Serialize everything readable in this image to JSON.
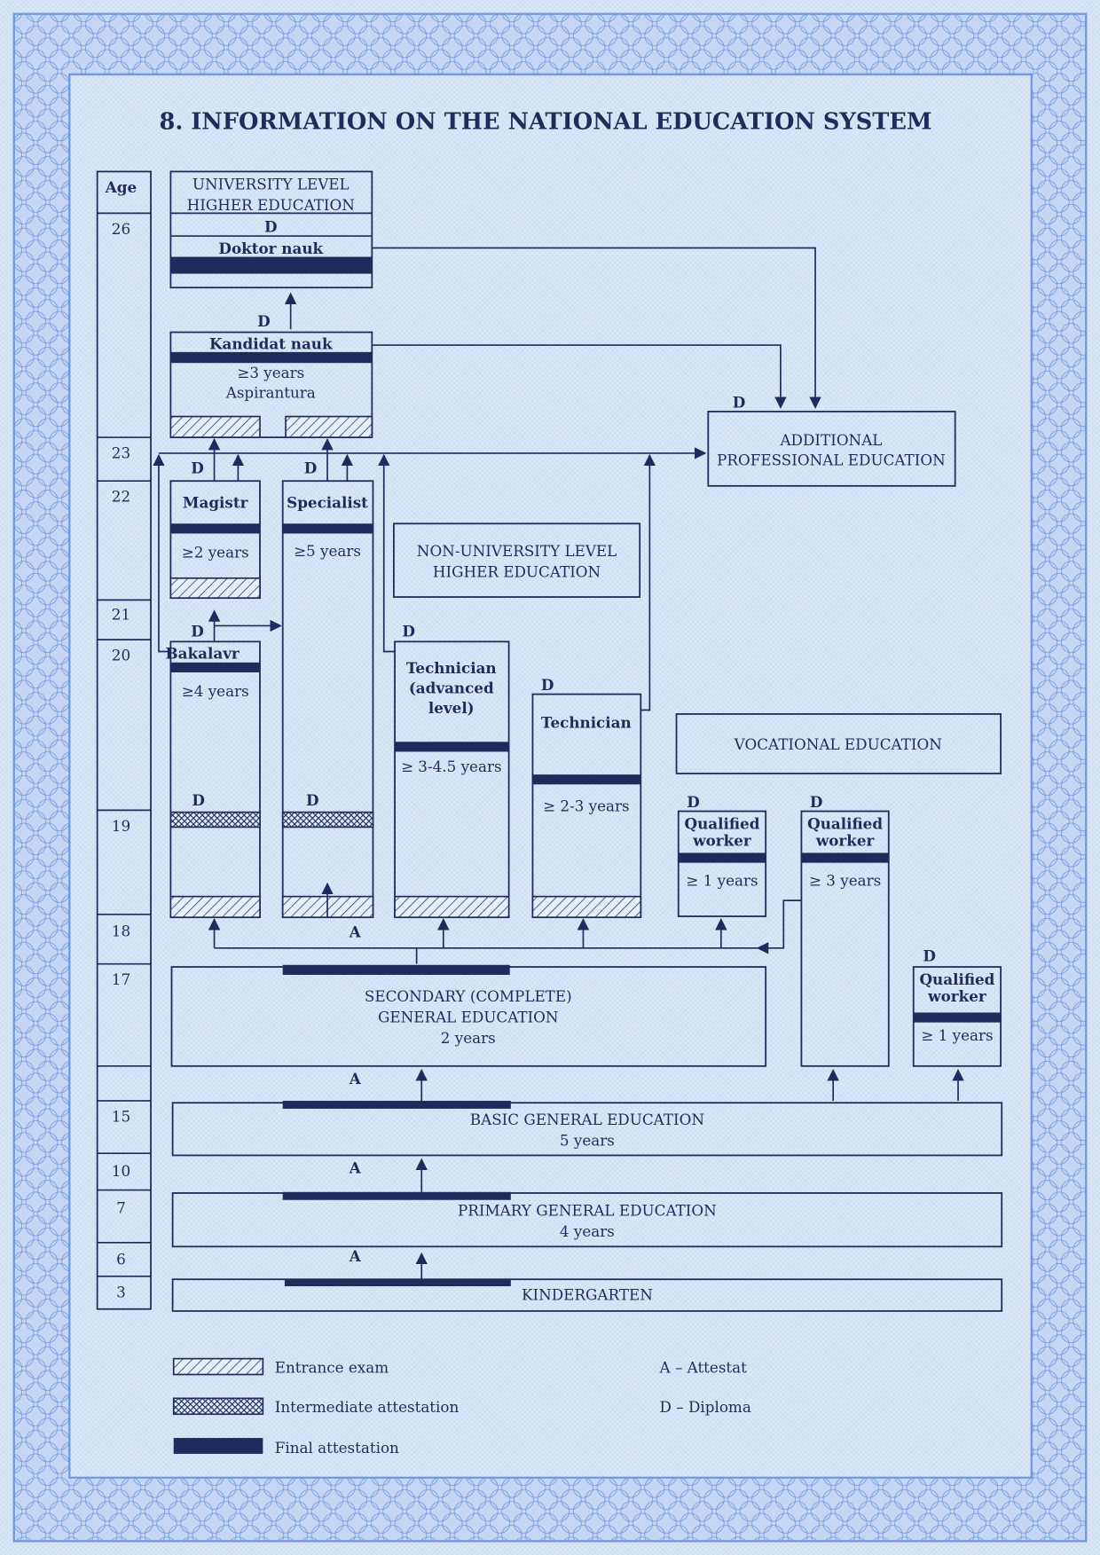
{
  "title": "8. INFORMATION ON THE NATIONAL EDUCATION SYSTEM",
  "age_column": {
    "header": "Age",
    "ages": [
      "26",
      "23",
      "22",
      "21",
      "20",
      "19",
      "18",
      "17",
      "15",
      "10",
      "7",
      "6",
      "3"
    ]
  },
  "university": {
    "heading_line1": "UNIVERSITY LEVEL",
    "heading_line2": "HIGHER EDUCATION",
    "doktor_award": "D",
    "doktor": "Doktor nauk",
    "kandidat_award": "D",
    "kandidat": "Kandidat nauk",
    "kandidat_duration": "≥3 years",
    "kandidat_program": "Aspirantura",
    "magistr_award": "D",
    "magistr": "Magistr",
    "magistr_duration": "≥2 years",
    "specialist_award": "D",
    "specialist": "Specialist",
    "specialist_duration": "≥5 years",
    "specialist_intermediate_award": "D",
    "bakalavr_award": "D",
    "bakalavr": "Bakalavr",
    "bakalavr_duration": "≥4 years",
    "bakalavr_intermediate_award": "D"
  },
  "additional": {
    "award": "D",
    "line1": "ADDITIONAL",
    "line2": "PROFESSIONAL EDUCATION"
  },
  "non_university": {
    "heading_line1": "NON-UNIVERSITY LEVEL",
    "heading_line2": "HIGHER EDUCATION",
    "tech_adv_award": "D",
    "tech_adv_line1": "Technician",
    "tech_adv_line2": "(advanced",
    "tech_adv_line3": "level)",
    "tech_adv_duration": "≥ 3-4.5 years",
    "tech_award": "D",
    "tech": "Technician",
    "tech_duration": "≥ 2-3 years"
  },
  "vocational": {
    "heading": "VOCATIONAL EDUCATION",
    "qw1": {
      "award": "D",
      "line1": "Qualified",
      "line2": "worker",
      "duration": "≥ 1 years"
    },
    "qw2": {
      "award": "D",
      "line1": "Qualified",
      "line2": "worker",
      "duration": "≥ 3 years"
    },
    "qw3": {
      "award": "D",
      "line1": "Qualified",
      "line2": "worker",
      "duration": "≥ 1 years"
    }
  },
  "secondary": {
    "award": "A",
    "line1": "SECONDARY (COMPLETE)",
    "line2": "GENERAL EDUCATION",
    "duration": "2 years"
  },
  "basic": {
    "award": "A",
    "line1": "BASIC GENERAL EDUCATION",
    "duration": "5 years"
  },
  "primary": {
    "award": "A",
    "line1": "PRIMARY GENERAL EDUCATION",
    "duration": "4 years"
  },
  "kindergarten": {
    "award": "A",
    "line1": "KINDERGARTEN"
  },
  "legend": {
    "entrance": "Entrance exam",
    "intermediate": "Intermediate attestation",
    "final": "Final attestation",
    "attestat": "A – Attestat",
    "diploma": "D – Diploma"
  },
  "colors": {
    "ink": "#1f2b5a",
    "paper": "#dbe7f7",
    "guilloche": "#6f97dd"
  }
}
